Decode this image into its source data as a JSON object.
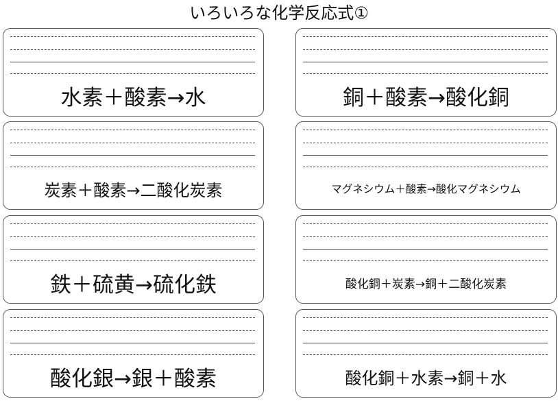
{
  "title": "いろいろな化学反応式①",
  "cards": [
    {
      "equation": "水素＋酸素→水"
    },
    {
      "equation": "銅＋酸素→酸化銅"
    },
    {
      "equation": "炭素＋酸素→二酸化炭素"
    },
    {
      "equation": "マグネシウム＋酸素→酸化マグネシウム"
    },
    {
      "equation": "鉄＋硫黄→硫化鉄"
    },
    {
      "equation": "酸化銅＋炭素→銅＋二酸化炭素"
    },
    {
      "equation": "酸化銀→銀＋酸素"
    },
    {
      "equation": "酸化銅＋水素→銅＋水"
    }
  ]
}
